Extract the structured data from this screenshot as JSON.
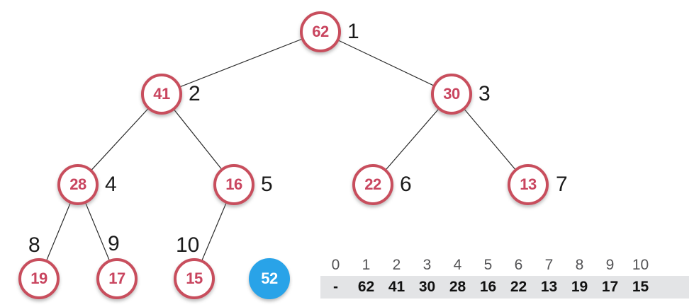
{
  "tree": {
    "nodes": [
      {
        "value": "62",
        "position_label": "1"
      },
      {
        "value": "41",
        "position_label": "2"
      },
      {
        "value": "30",
        "position_label": "3"
      },
      {
        "value": "28",
        "position_label": "4"
      },
      {
        "value": "16",
        "position_label": "5"
      },
      {
        "value": "22",
        "position_label": "6"
      },
      {
        "value": "13",
        "position_label": "7"
      },
      {
        "value": "19",
        "position_label": "8"
      },
      {
        "value": "17",
        "position_label": "9"
      },
      {
        "value": "15",
        "position_label": "10"
      }
    ],
    "new_node": {
      "value": "52"
    }
  },
  "array": {
    "indices": [
      "0",
      "1",
      "2",
      "3",
      "4",
      "5",
      "6",
      "7",
      "8",
      "9",
      "10"
    ],
    "values": [
      "-",
      "62",
      "41",
      "30",
      "28",
      "16",
      "22",
      "13",
      "19",
      "17",
      "15"
    ]
  },
  "colors": {
    "node_border": "#c84e5d",
    "node_value": "#c9455f",
    "new_node_fill": "#29a3e8",
    "new_node_text": "#ffffff",
    "edge": "#2b2b2b",
    "index_label": "#1a1a1a",
    "array_index": "#535355",
    "array_value": "#111111",
    "array_strip_bg": "#e3e4e6"
  }
}
